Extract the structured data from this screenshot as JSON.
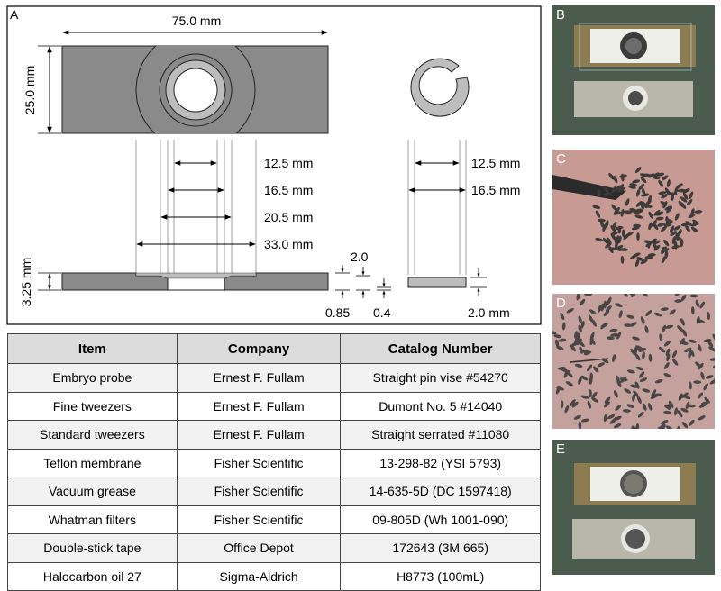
{
  "panel_a": {
    "letter": "A",
    "dims": {
      "width": "75.0 mm",
      "height": "25.0 mm",
      "thickness": "3.25 mm",
      "d1": "12.5 mm",
      "d2": "16.5 mm",
      "d3": "20.5 mm",
      "d4": "33.0 mm",
      "step_2": "2.0",
      "step_085": "0.85",
      "step_04": "0.4",
      "ring_d1": "12.5 mm",
      "ring_d2": "16.5 mm",
      "ring_thickness": "2.0 mm"
    }
  },
  "photos": [
    {
      "letter": "B"
    },
    {
      "letter": "C"
    },
    {
      "letter": "D"
    },
    {
      "letter": "E"
    }
  ],
  "colors": {
    "slide_fill": "#8a8a8a",
    "ring_fill": "#bdbdbd",
    "header_fill": "#dcdcdc",
    "photo_bg_green": "#4b5c4f",
    "photo_bg_pink": "#c79b94"
  },
  "table": {
    "headers": [
      "Item",
      "Company",
      "Catalog Number"
    ],
    "rows": [
      [
        "Embryo probe",
        "Ernest F. Fullam",
        "Straight pin vise #54270"
      ],
      [
        "Fine tweezers",
        "Ernest F. Fullam",
        "Dumont No. 5 #14040"
      ],
      [
        "Standard tweezers",
        "Ernest F. Fullam",
        "Straight serrated #11080"
      ],
      [
        "Teflon membrane",
        "Fisher Scientific",
        "13-298-82 (YSI 5793)"
      ],
      [
        "Vacuum grease",
        "Fisher Scientific",
        "14-635-5D (DC 1597418)"
      ],
      [
        "Whatman filters",
        "Fisher Scientific",
        "09-805D (Wh 1001-090)"
      ],
      [
        "Double-stick tape",
        "Office Depot",
        "172643 (3M 665)"
      ],
      [
        "Halocarbon oil 27",
        "Sigma-Aldrich",
        "H8773 (100mL)"
      ]
    ]
  }
}
